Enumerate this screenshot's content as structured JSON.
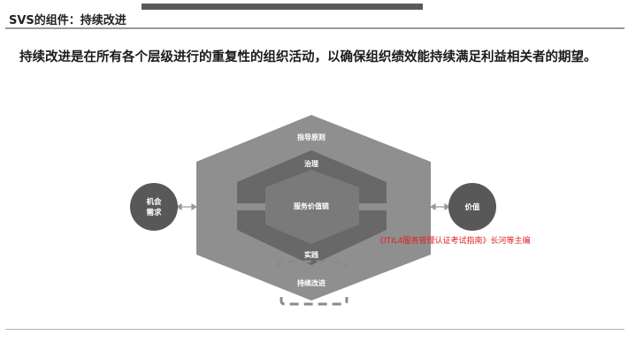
{
  "slide": {
    "title": "SVS的组件：持续改进",
    "headline": "持续改进是在所有各个层级进行的重复性的组织活动，以确保组织绩效能持续满足利益相关者的期望。"
  },
  "diagram": {
    "left_circle": {
      "line1": "机会",
      "line2": "需求"
    },
    "right_circle": "价值",
    "outer_label": "指导原则",
    "middle_top_label": "治理",
    "center_label": "服务价值链",
    "middle_bottom_label": "实践",
    "bottom_label": "持续改进",
    "colors": {
      "outer": "#8f8f8f",
      "middle": "#686868",
      "inner": "#7a7a7a",
      "circle": "#585858",
      "arrow": "#999999",
      "text": "#ffffff"
    }
  },
  "citation": "《ITIL4服务管理认证考试指南》长河等主编"
}
